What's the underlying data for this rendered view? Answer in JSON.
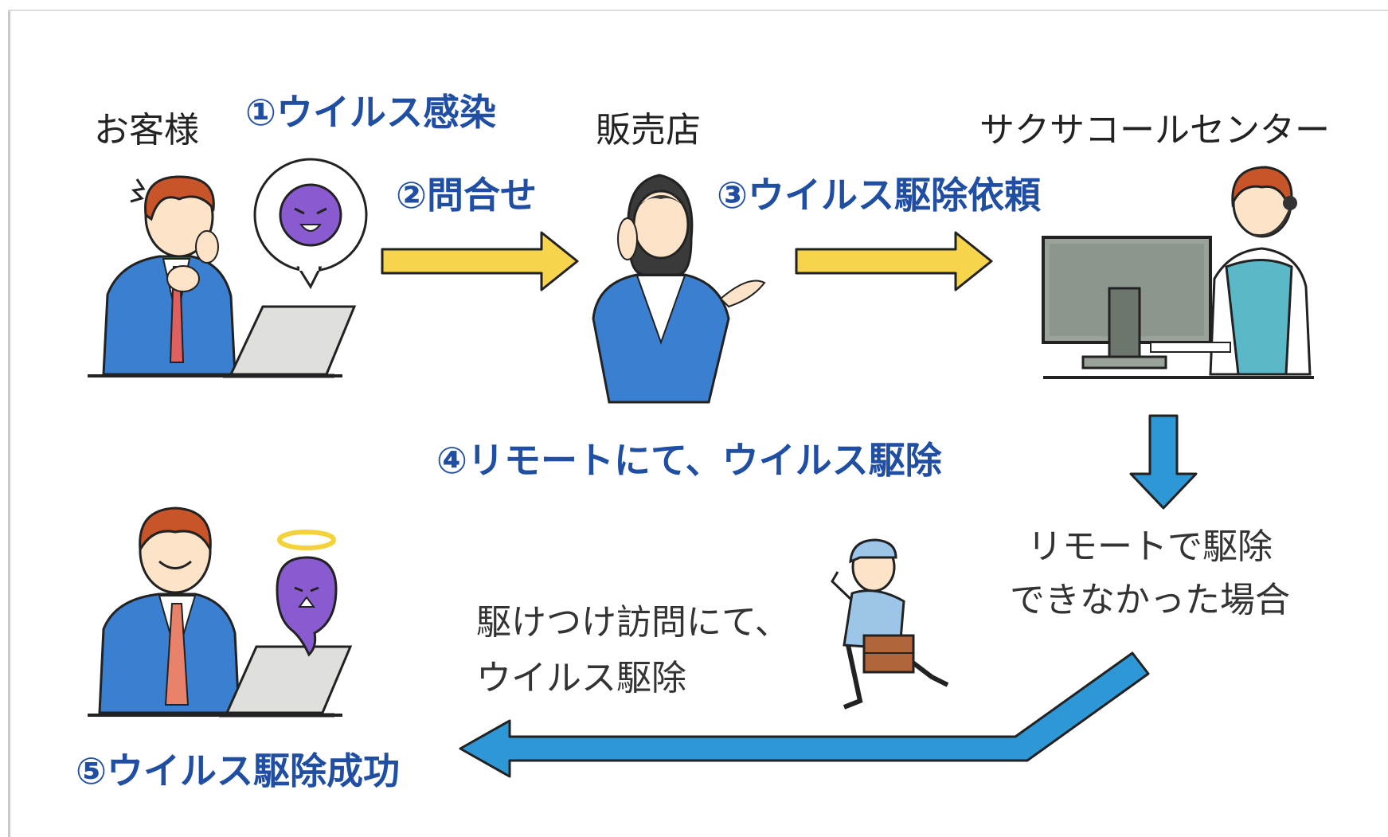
{
  "actors": {
    "customer": "お客様",
    "dealer": "販売店",
    "call_center": "サクサコールセンター"
  },
  "steps": {
    "s1": "①ウイルス感染",
    "s2": "②問合せ",
    "s3": "③ウイルス駆除依頼",
    "s4": "④リモートにて、ウイルス駆除",
    "s5": "⑤ウイルス駆除成功"
  },
  "notes": {
    "remote_failed_line1": "リモートで駆除",
    "remote_failed_line2": "できなかった場合",
    "visit_line1": "駆けつけ訪問にて、",
    "visit_line2": "ウイルス駆除"
  },
  "colors": {
    "step_text": "#1f4ea3",
    "yellow_arrow": "#f6d44c",
    "blue_arrow": "#2e98d6",
    "suit_blue": "#3b7fd1",
    "virus_purple": "#8a5bd0"
  }
}
